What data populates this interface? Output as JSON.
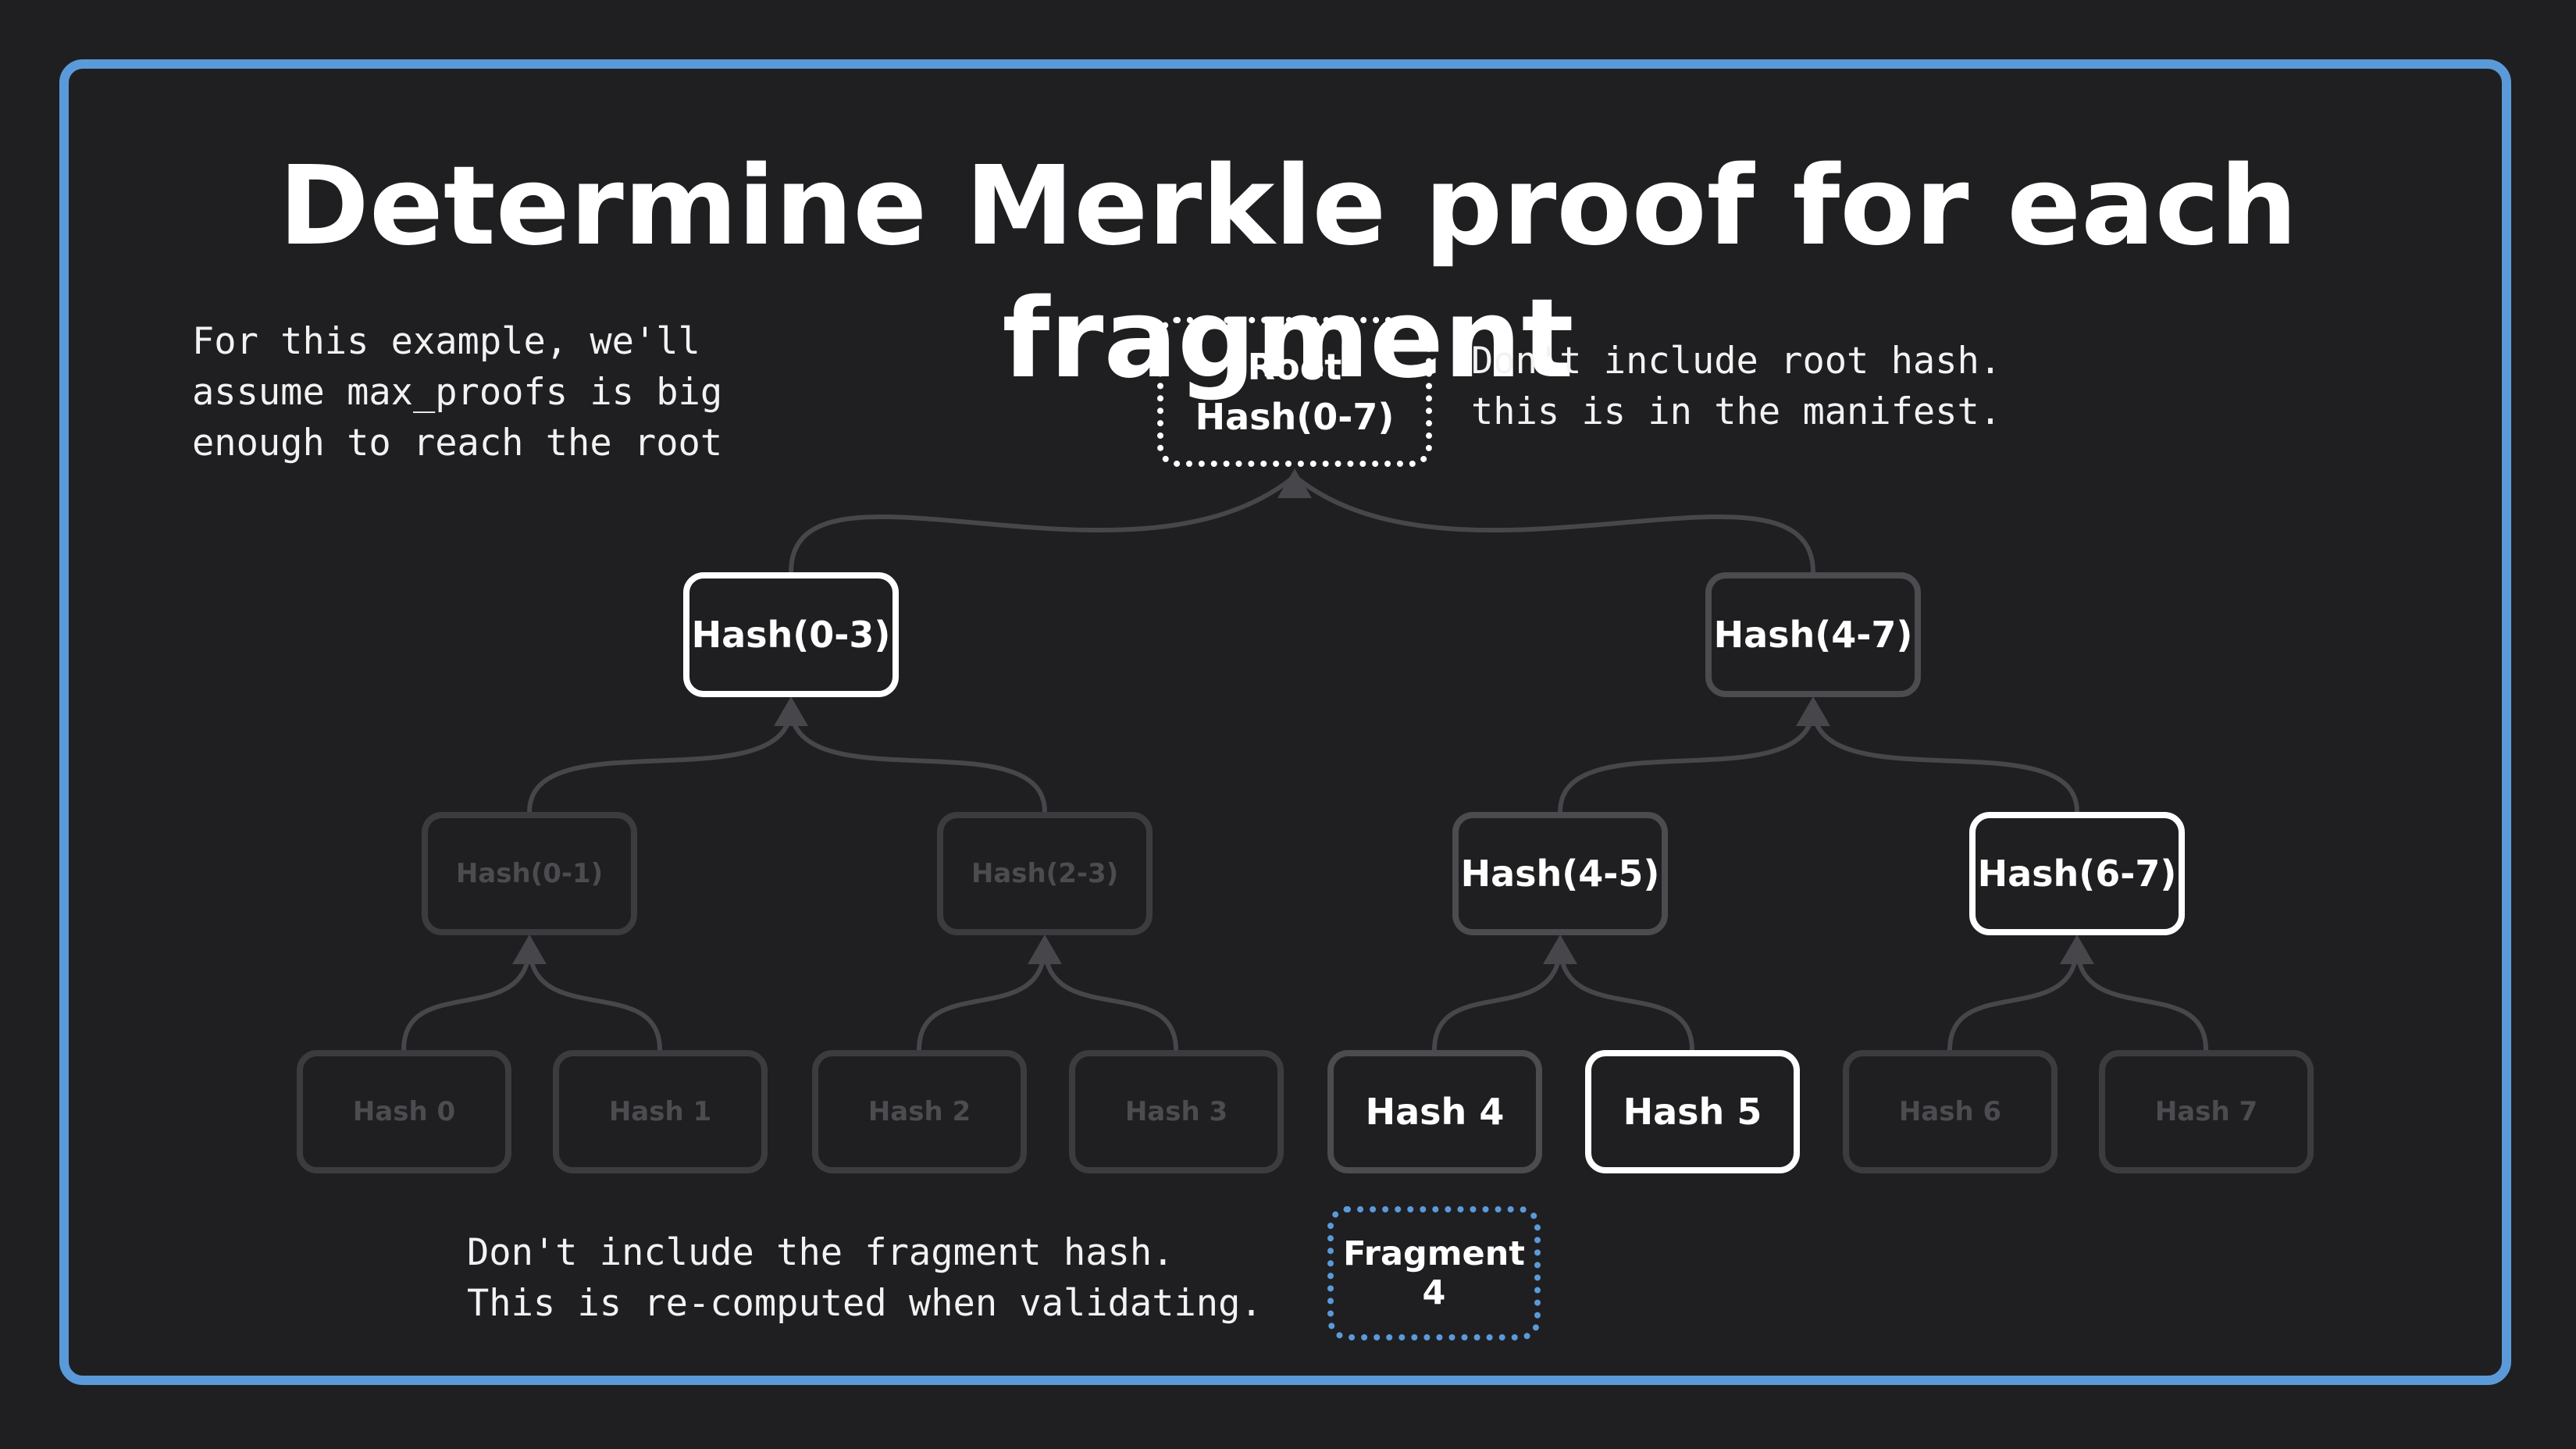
{
  "title": "Determine Merkle proof for each fragment",
  "notes": {
    "max_proofs": "For this example, we'll\nassume max_proofs is big\nenough to reach the root",
    "root_hash": "Don't include root hash.\nthis is in the manifest.",
    "fragment_hash": "Don't include the fragment hash.\nThis is re-computed when validating."
  },
  "colors": {
    "frame": "#5b9ad9",
    "background": "#1f1f21",
    "highlight": "#ffffff",
    "connector": "#46464b"
  },
  "nodes": {
    "root": "Root\nHash(0-7)",
    "h03": "Hash(0-3)",
    "h47": "Hash(4-7)",
    "h01": "Hash(0-1)",
    "h23": "Hash(2-3)",
    "h45": "Hash(4-5)",
    "h67": "Hash(6-7)",
    "h0": "Hash 0",
    "h1": "Hash 1",
    "h2": "Hash 2",
    "h3": "Hash 3",
    "h4": "Hash 4",
    "h5": "Hash 5",
    "h6": "Hash 6",
    "h7": "Hash 7",
    "fragment": "Fragment 4"
  }
}
